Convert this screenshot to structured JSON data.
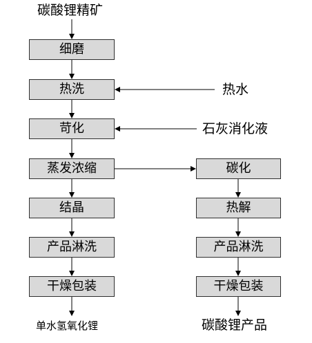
{
  "left_column": {
    "input": "碳酸锂精矿",
    "steps": [
      "细磨",
      "热洗",
      "苛化",
      "蒸发浓缩",
      "结晶",
      "产品淋洗",
      "干燥包装"
    ],
    "output": "单水氢氧化锂"
  },
  "right_column": {
    "steps": [
      "碳化",
      "热解",
      "产品淋洗",
      "干燥包装"
    ],
    "output": "碳酸锂产品"
  },
  "side_inputs": {
    "hot_water": "热水",
    "lime_milk": "石灰消化液"
  }
}
